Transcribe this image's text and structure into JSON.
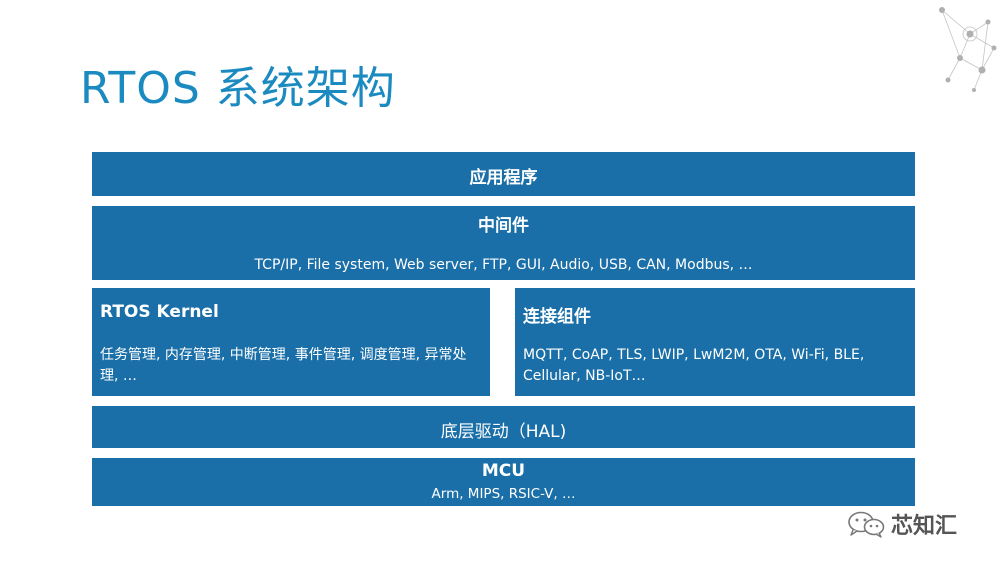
{
  "title": "RTOS 系统架构",
  "layers": {
    "application": {
      "title": "应用程序"
    },
    "middleware": {
      "title": "中间件",
      "items": "TCP/IP, File system, Web server, FTP, GUI, Audio, USB, CAN, Modbus, …"
    },
    "kernel": {
      "title": "RTOS Kernel",
      "items": "任务管理, 内存管理, 中断管理, 事件管理, 调度管理, 异常处理, …"
    },
    "connectivity": {
      "title": "连接组件",
      "items": "MQTT, CoAP, TLS, LWIP, LwM2M, OTA, Wi-Fi, BLE, Cellular, NB-IoT…"
    },
    "hal": {
      "title": "底层驱动（HAL)"
    },
    "mcu": {
      "title": "MCU",
      "items": "Arm, MIPS, RSIC-V, …"
    }
  },
  "brand": {
    "icon": "wechat-icon",
    "name": "芯知汇"
  },
  "colors": {
    "title": "#1a8ac0",
    "block": "#1a6fa8",
    "block_text": "#ffffff",
    "decoration": "#b8b8b8"
  }
}
